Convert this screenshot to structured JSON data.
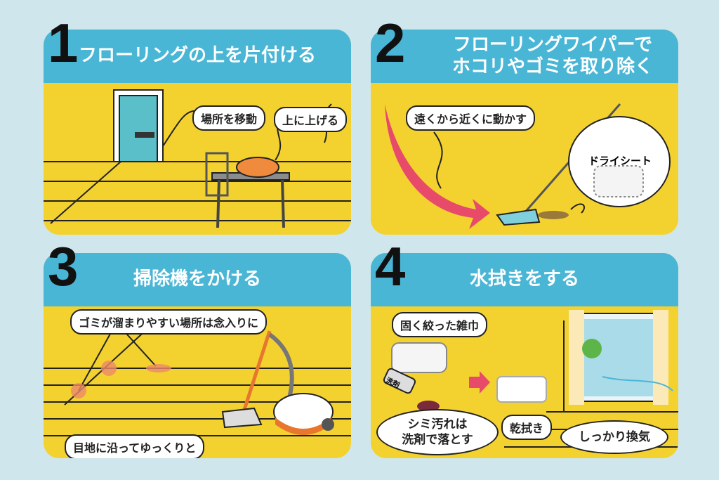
{
  "colors": {
    "background": "#cfe7ec",
    "header": "#4ab6d6",
    "panel": "#f3d230",
    "arrow": "#e84a6a"
  },
  "steps": [
    {
      "number": "1",
      "title": "フローリングの上を片付ける",
      "labels": [
        "場所を移動",
        "上に上げる"
      ]
    },
    {
      "number": "2",
      "title_line1": "フローリングワイパーで",
      "title_line2": "ホコリやゴミを取り除く",
      "labels": [
        "遠くから近くに動かす",
        "ドライシート"
      ]
    },
    {
      "number": "3",
      "title": "掃除機をかける",
      "labels": [
        "ゴミが溜まりやすい場所は念入りに",
        "目地に沿ってゆっくりと"
      ]
    },
    {
      "number": "4",
      "title": "水拭きをする",
      "labels": [
        "固く絞った雑巾",
        "シミ汚れは",
        "洗剤で落とす",
        "乾拭き",
        "しっかり換気"
      ],
      "bottle_label": "洗剤"
    }
  ]
}
